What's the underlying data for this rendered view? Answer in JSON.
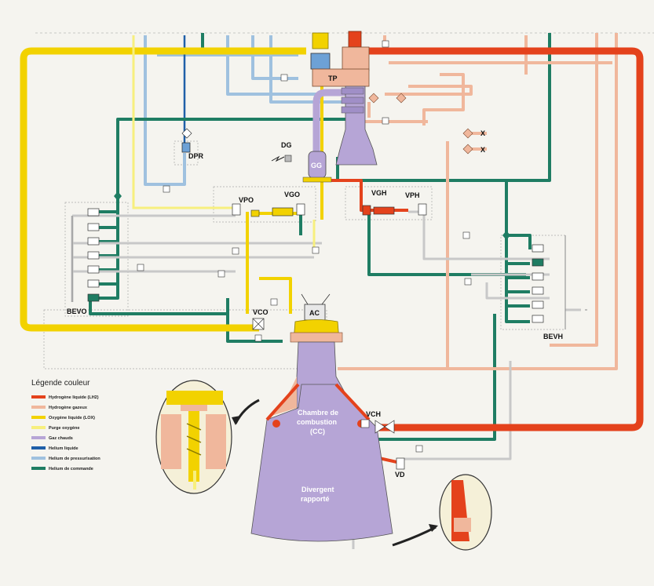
{
  "colors": {
    "lh2": "#e4421c",
    "gh2": "#f0b79c",
    "lox": "#f2d200",
    "o2_purge": "#f7ef7e",
    "hot_gas": "#b6a5d6",
    "lhe": "#1f5fa8",
    "he_press": "#9fc1df",
    "he_cmd": "#1f7d63",
    "bg": "#f5f4ef"
  },
  "labels": {
    "tp": "TP",
    "dpr": "DPR",
    "dg": "DG",
    "gg": "GG",
    "vpo": "VPO",
    "vgo": "VGO",
    "vgh": "VGH",
    "vph": "VPH",
    "vco": "VCO",
    "ac": "AC",
    "bevo": "BEVO",
    "bevh": "BEVH",
    "vch": "VCH",
    "vd": "VD",
    "cc_line1": "Chambre de",
    "cc_line2": "combustion",
    "cc_line3": "(CC)",
    "div_line1": "Divergent",
    "div_line2": "rapporté",
    "vent_x1": "X",
    "vent_x2": "X"
  },
  "legend": {
    "title": "Légende couleur",
    "items": [
      {
        "label": "Hydrogène liquide (LH2)",
        "color": "#e4421c"
      },
      {
        "label": "Hydrogène gazeux",
        "color": "#f0b79c"
      },
      {
        "label": "Oxygène liquide (LOX)",
        "color": "#f2d200"
      },
      {
        "label": "Purge oxygène",
        "color": "#f7ef7e"
      },
      {
        "label": "Gaz chauds",
        "color": "#b6a5d6"
      },
      {
        "label": "Helium liquide",
        "color": "#1f5fa8"
      },
      {
        "label": "Helium de pressurisation",
        "color": "#9fc1df"
      },
      {
        "label": "Helium de commande",
        "color": "#1f7d63"
      }
    ]
  }
}
